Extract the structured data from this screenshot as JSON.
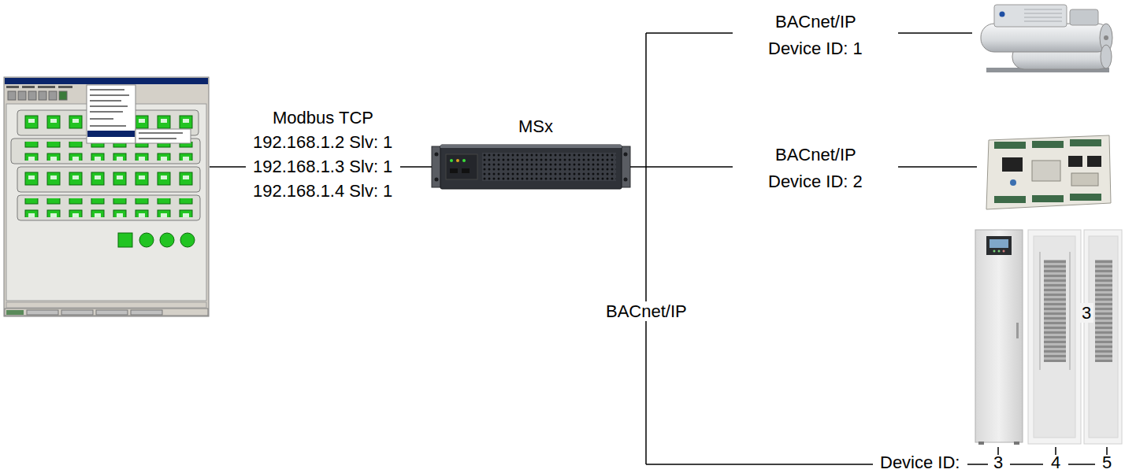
{
  "diagram": {
    "nodes": [
      {
        "text": [
          "MSx"
        ]
      }
    ],
    "labels": [
      "Modbus TCP",
      "192.168.1.2 Slv: 1",
      "192.168.1.3 Slv: 1",
      "192.168.1.4 Slv: 1",
      "BACnet/IP",
      "Device ID: 1",
      "BACnet/IP",
      "Device ID: 2",
      "BACnet/IP",
      "Device ID:",
      "3",
      "4",
      "5",
      "3"
    ]
  }
}
